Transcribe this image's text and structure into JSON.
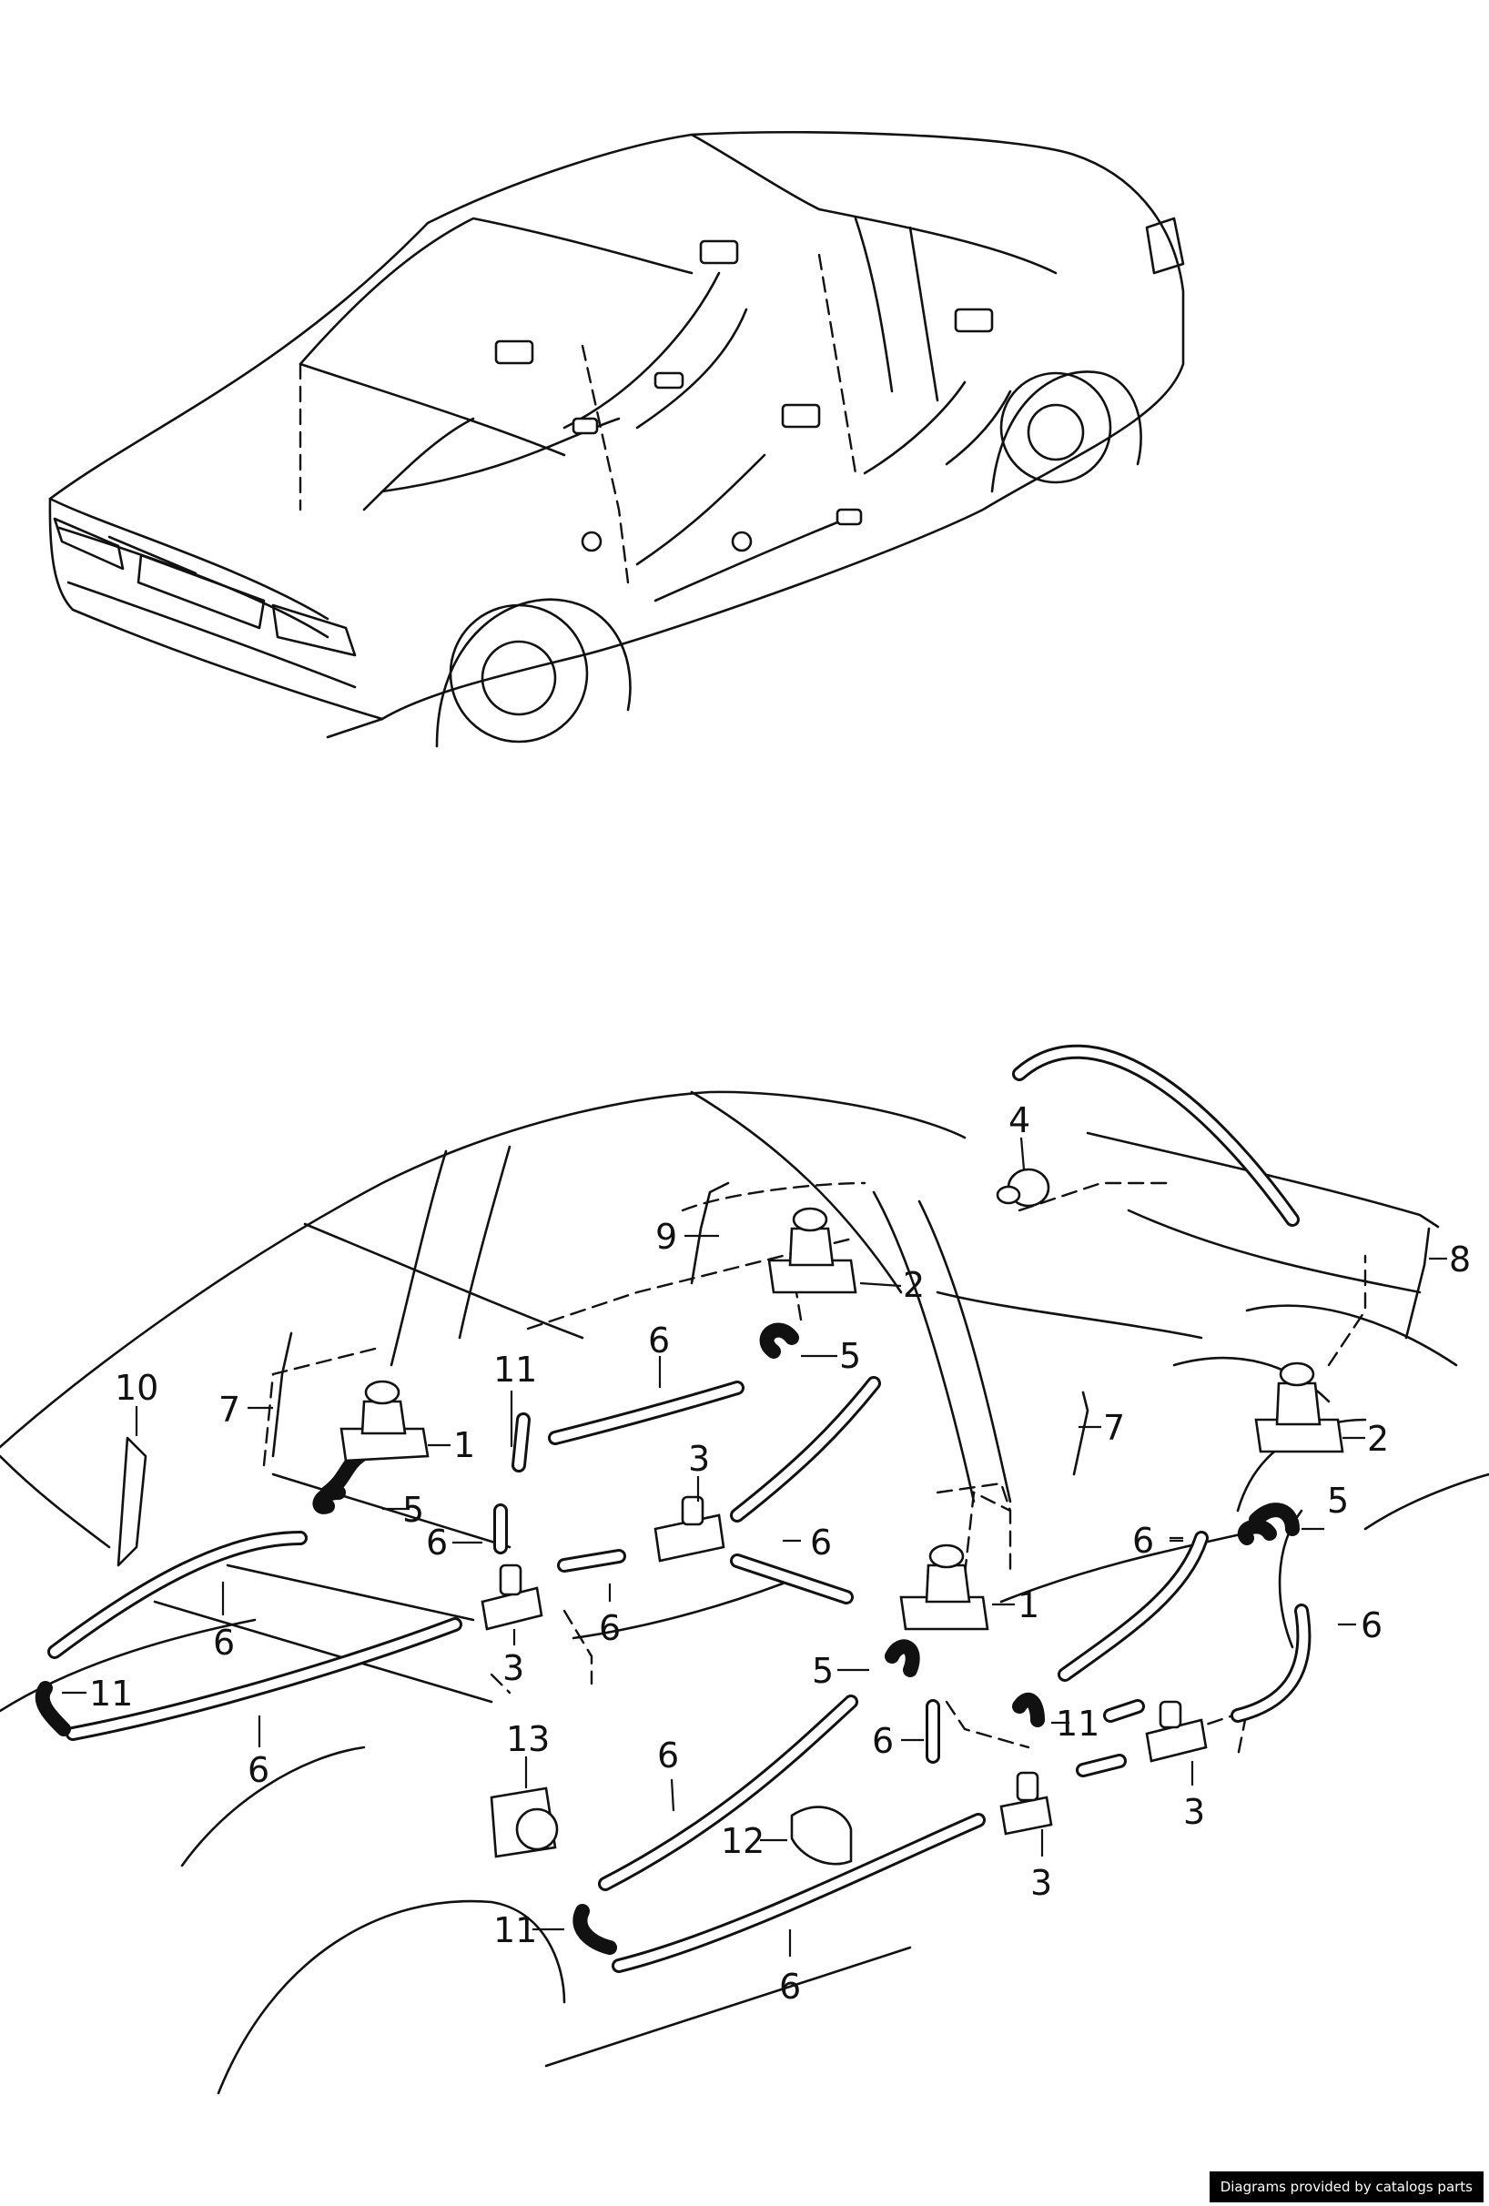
{
  "credit": "Diagrams provided by catalogs parts",
  "callouts": [
    {
      "n": "4"
    },
    {
      "n": "9"
    },
    {
      "n": "2"
    },
    {
      "n": "8"
    },
    {
      "n": "6"
    },
    {
      "n": "5"
    },
    {
      "n": "11"
    },
    {
      "n": "10"
    },
    {
      "n": "7"
    },
    {
      "n": "1"
    },
    {
      "n": "3"
    },
    {
      "n": "6"
    },
    {
      "n": "7"
    },
    {
      "n": "2"
    },
    {
      "n": "5"
    },
    {
      "n": "6"
    },
    {
      "n": "6"
    },
    {
      "n": "5"
    },
    {
      "n": "6"
    },
    {
      "n": "6"
    },
    {
      "n": "1"
    },
    {
      "n": "6"
    },
    {
      "n": "3"
    },
    {
      "n": "6"
    },
    {
      "n": "11"
    },
    {
      "n": "6"
    },
    {
      "n": "5"
    },
    {
      "n": "6"
    },
    {
      "n": "11"
    },
    {
      "n": "13"
    },
    {
      "n": "6"
    },
    {
      "n": "3"
    },
    {
      "n": "12"
    },
    {
      "n": "3"
    },
    {
      "n": "11"
    },
    {
      "n": "6"
    }
  ]
}
